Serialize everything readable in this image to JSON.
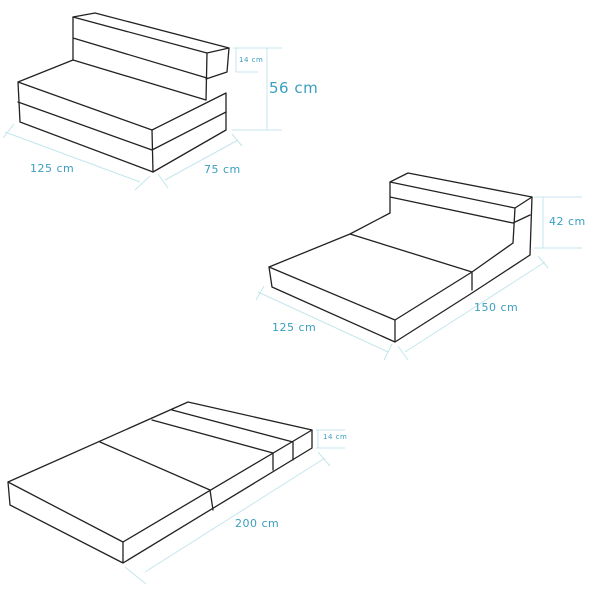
{
  "colors": {
    "outline": "#222222",
    "dimension_line": "#c4e6ec",
    "dimension_text": "#3b9ec0"
  },
  "chair": {
    "width": "125 cm",
    "depth": "75 cm",
    "height": "56 cm",
    "thickness": "14 cm"
  },
  "lounger": {
    "width": "125 cm",
    "length": "150 cm",
    "height": "42 cm"
  },
  "mattress": {
    "length": "200 cm",
    "thickness": "14 cm"
  }
}
